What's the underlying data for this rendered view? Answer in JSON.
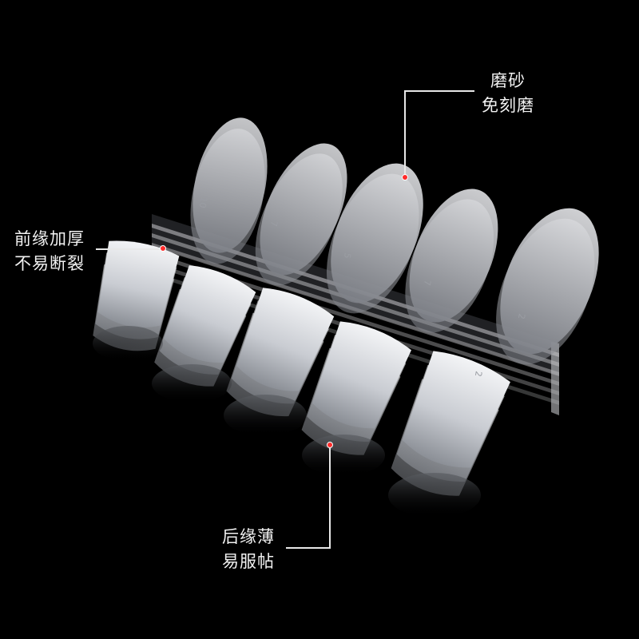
{
  "callouts": {
    "top": {
      "line1": "磨砂",
      "line2": "免刻磨"
    },
    "left": {
      "line1": "前缘加厚",
      "line2": "不易断裂"
    },
    "bottom": {
      "line1": "后缘薄",
      "line2": "易服帖"
    }
  },
  "tip_numbers": [
    "10",
    "7",
    "5",
    "2",
    "7",
    "2"
  ],
  "colors": {
    "background": "#000000",
    "marker": "#ff2a2a",
    "text": "#f2f2f2"
  }
}
